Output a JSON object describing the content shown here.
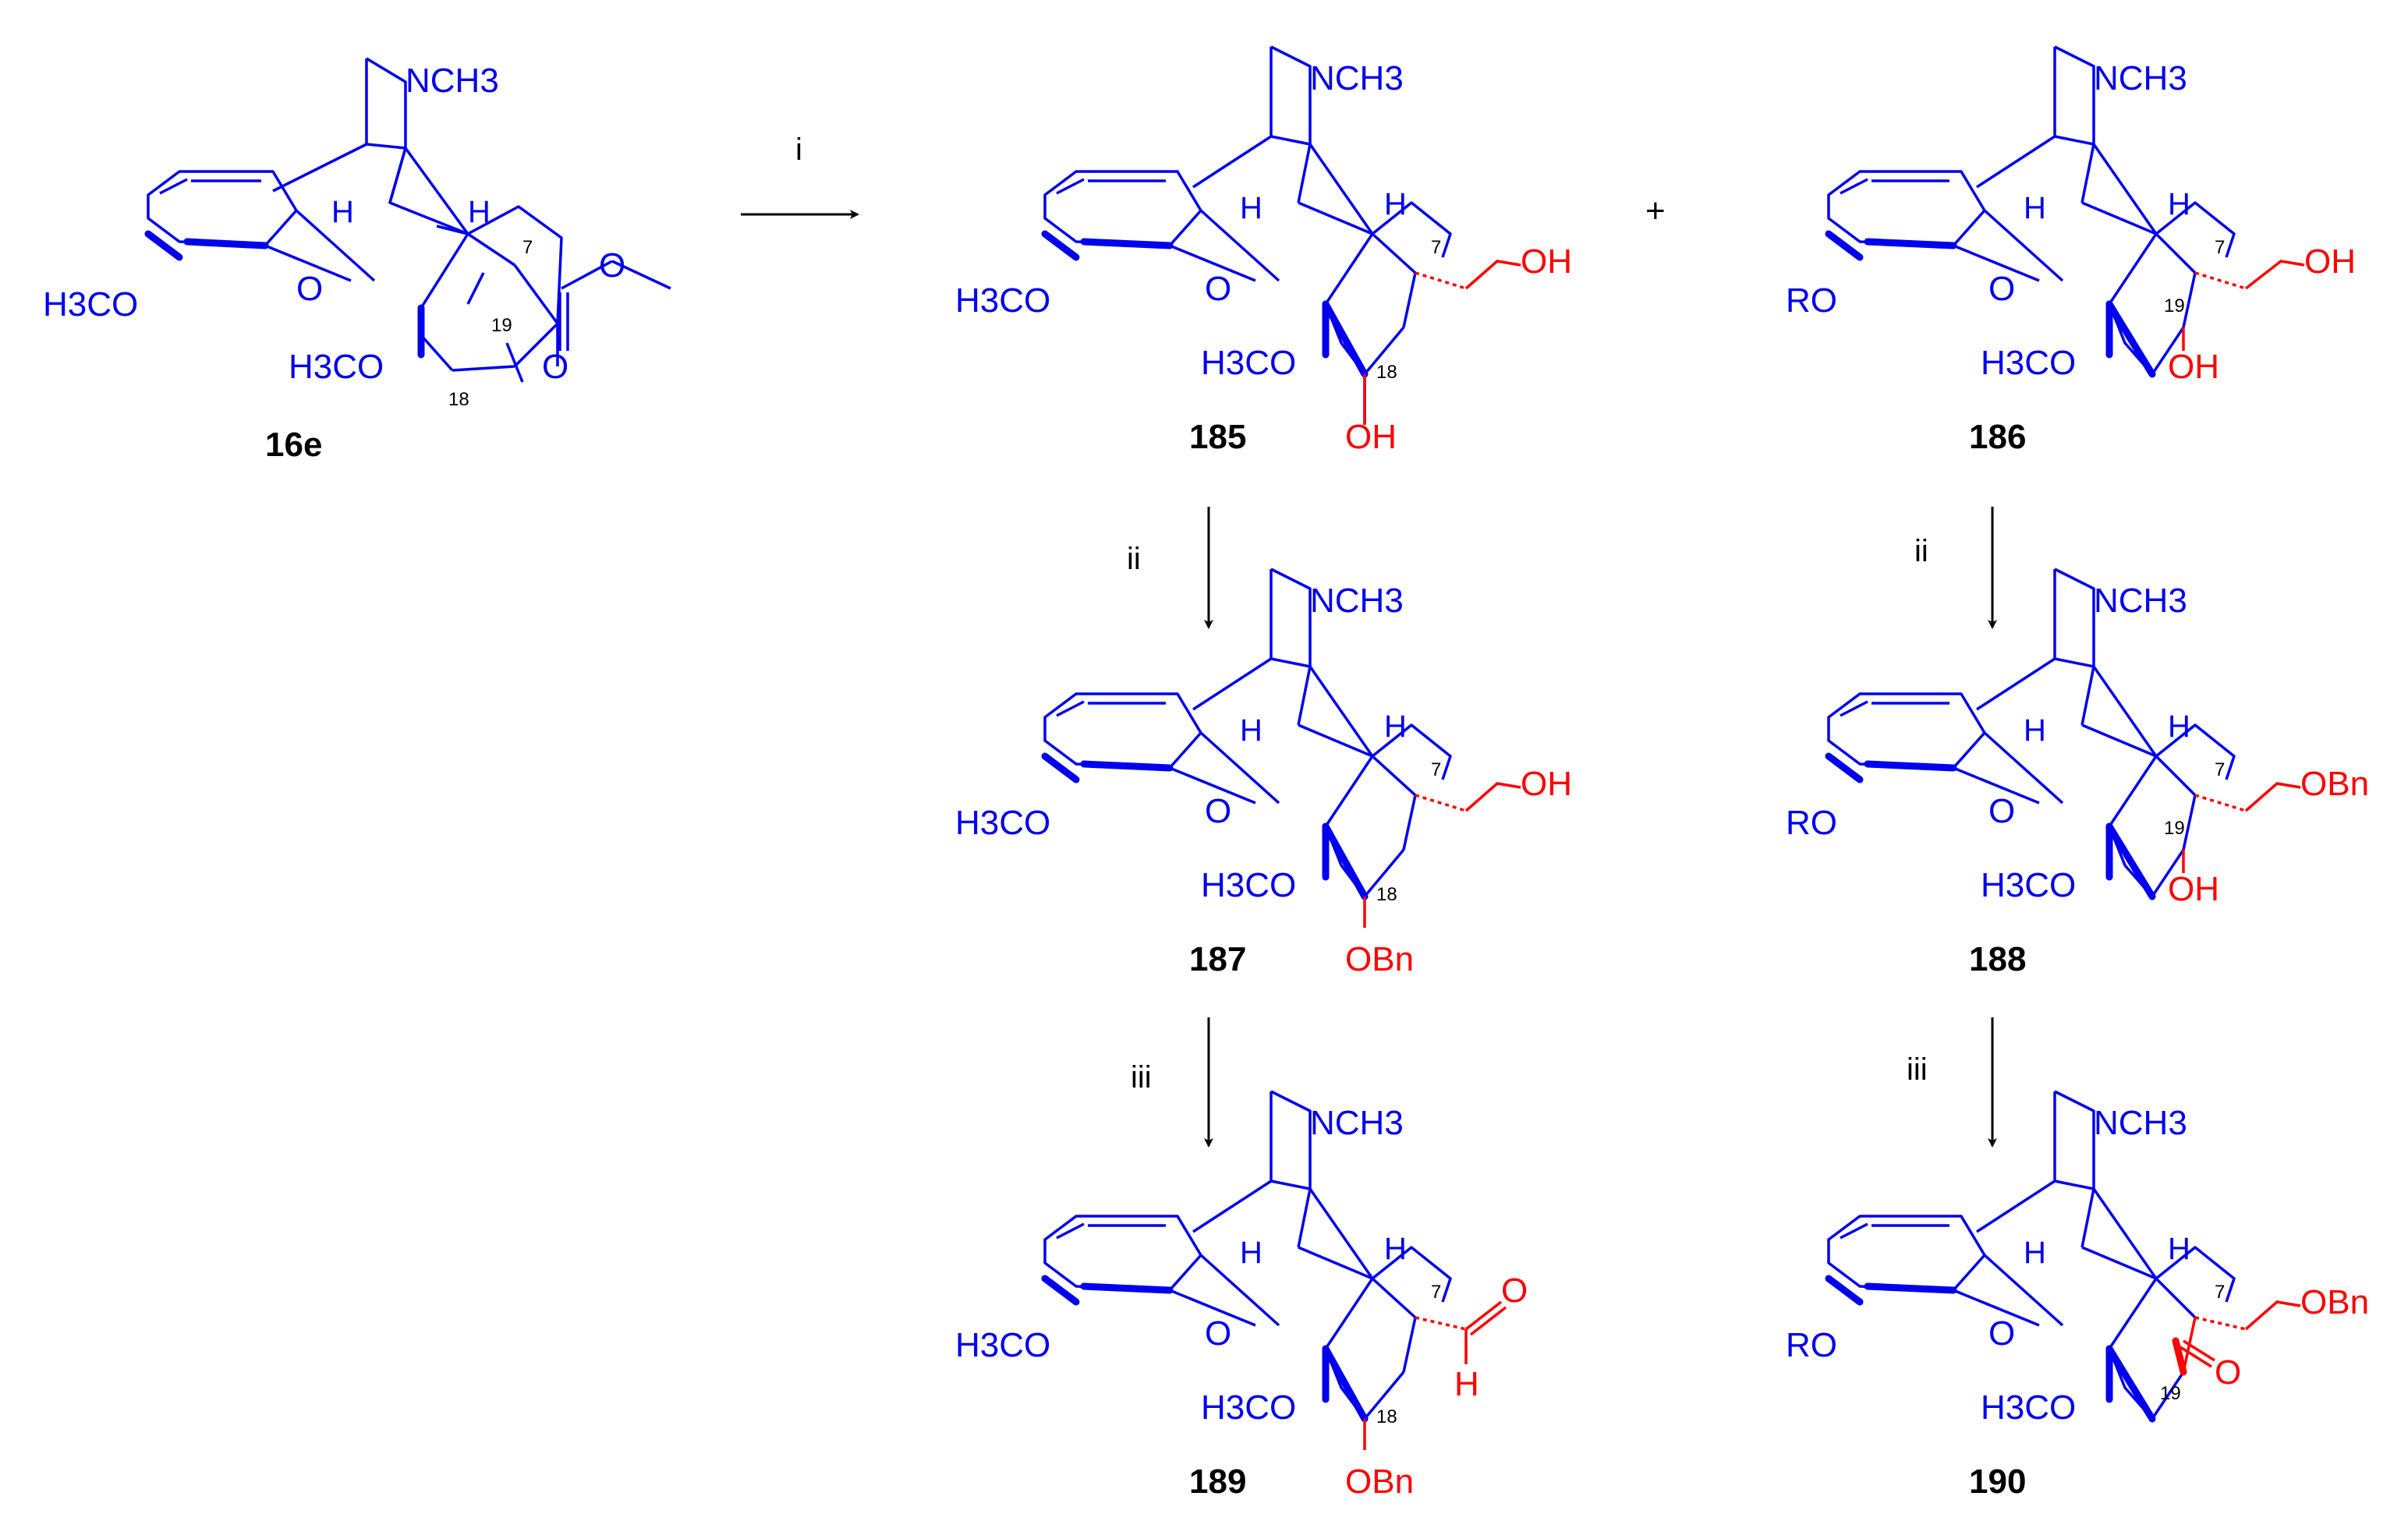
{
  "colors": {
    "skeleton": "#0000ee",
    "highlight": "#ff0000",
    "text": "#000000"
  },
  "reagents": {
    "step1": "i",
    "step2": "ii",
    "step3": "iii"
  },
  "plus_sign": "+",
  "molecules": [
    {
      "id": "16e",
      "label": "16e",
      "substituents": {
        "amine": "NCH3",
        "aryl_ether": "H3CO",
        "ring_o": "O",
        "bridge_ome": "H3CO",
        "h_a": "H",
        "h_b": "H",
        "ester_o": "O",
        "ester_or": "O"
      },
      "locants": [
        "7",
        "19",
        "18"
      ]
    },
    {
      "id": "185",
      "label": "185",
      "substituents": {
        "amine": "NCH3",
        "aryl_ether": "H3CO",
        "ring_o": "O",
        "bridge_ome": "H3CO",
        "h_a": "H",
        "h_b": "H",
        "c7_group": "OH",
        "c18_group": "OH"
      },
      "locants": [
        "7",
        "18"
      ]
    },
    {
      "id": "186",
      "label": "186",
      "substituents": {
        "amine": "NCH3",
        "aryl_ether": "RO",
        "ring_o": "O",
        "bridge_ome": "H3CO",
        "h_a": "H",
        "h_b": "H",
        "c7_group": "OH",
        "c19_group": "OH"
      },
      "locants": [
        "7",
        "19"
      ]
    },
    {
      "id": "187",
      "label": "187",
      "substituents": {
        "amine": "NCH3",
        "aryl_ether": "H3CO",
        "ring_o": "O",
        "bridge_ome": "H3CO",
        "h_a": "H",
        "h_b": "H",
        "c7_group": "OH",
        "c18_group": "OBn"
      },
      "locants": [
        "7",
        "18"
      ]
    },
    {
      "id": "188",
      "label": "188",
      "substituents": {
        "amine": "NCH3",
        "aryl_ether": "RO",
        "ring_o": "O",
        "bridge_ome": "H3CO",
        "h_a": "H",
        "h_b": "H",
        "c7_group": "OBn",
        "c19_group": "OH"
      },
      "locants": [
        "7",
        "19"
      ]
    },
    {
      "id": "189",
      "label": "189",
      "substituents": {
        "amine": "NCH3",
        "aryl_ether": "H3CO",
        "ring_o": "O",
        "bridge_ome": "H3CO",
        "h_a": "H",
        "h_b": "H",
        "aldehyde_o": "O",
        "aldehyde_h": "H",
        "c18_group": "OBn"
      },
      "locants": [
        "7",
        "18"
      ]
    },
    {
      "id": "190",
      "label": "190",
      "substituents": {
        "amine": "NCH3",
        "aryl_ether": "RO",
        "ring_o": "O",
        "bridge_ome": "H3CO",
        "h_a": "H",
        "h_b": "H",
        "c7_group": "OBn",
        "ketone_o": "O"
      },
      "locants": [
        "7",
        "19"
      ]
    }
  ]
}
